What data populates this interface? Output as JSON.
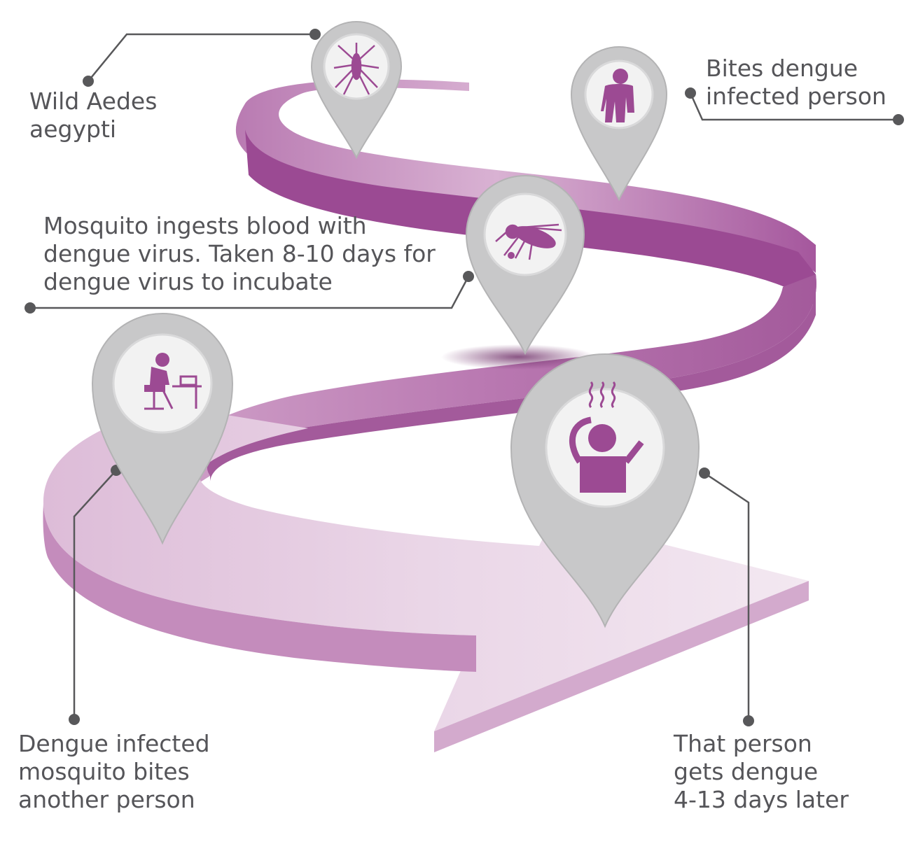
{
  "colors": {
    "ribbon_dark": "#a2549a",
    "ribbon_mid": "#c58fbd",
    "ribbon_light": "#e6cfe2",
    "pin_grey": "#c8c8c9",
    "pin_inner": "#f2f2f2",
    "icon_purple": "#9c4a93",
    "text": "#555559",
    "leader": "#58585a"
  },
  "steps": [
    {
      "id": "wild-mosquito",
      "icon": "mosquito-icon",
      "lines": [
        "Wild Aedes",
        "aegypti"
      ]
    },
    {
      "id": "bites-infected",
      "icon": "sick-person-icon",
      "lines": [
        "Bites dengue",
        "infected person"
      ]
    },
    {
      "id": "incubation",
      "icon": "feeding-mosquito-icon",
      "lines": [
        "Mosquito ingests blood with",
        "dengue virus. Taken 8-10 days for",
        "dengue virus to incubate"
      ]
    },
    {
      "id": "bites-another",
      "icon": "person-at-desk-icon",
      "lines": [
        "Dengue infected",
        "mosquito bites",
        "another person"
      ]
    },
    {
      "id": "gets-dengue",
      "icon": "person-with-fever-icon",
      "lines": [
        "That person",
        "gets dengue",
        "4-13 days later"
      ]
    }
  ]
}
